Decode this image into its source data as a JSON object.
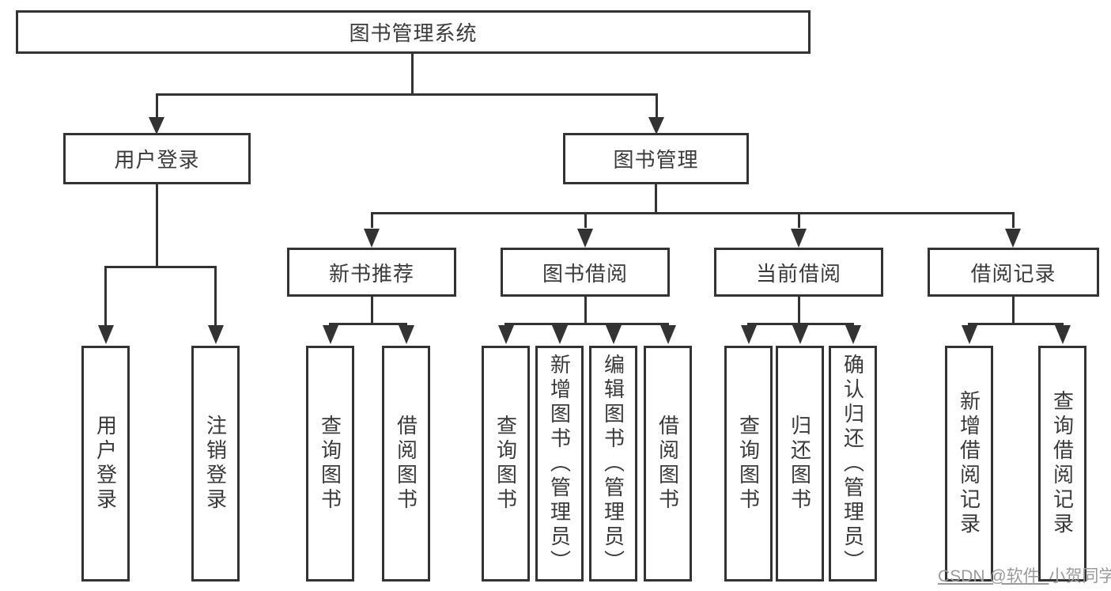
{
  "page": {
    "background_color": "#ffffff",
    "line_color": "#333333",
    "text_color": "#3a3a3a",
    "watermark_color": "#9a9a9a"
  },
  "tree": {
    "root": {
      "label": "图书管理系统"
    },
    "branches": [
      {
        "label": "用户登录",
        "children": [
          {
            "label": "用户登录"
          },
          {
            "label": "注销登录"
          }
        ]
      },
      {
        "label": "图书管理",
        "children": [
          {
            "label": "新书推荐",
            "children": [
              {
                "label": "查询图书"
              },
              {
                "label": "借阅图书"
              }
            ]
          },
          {
            "label": "图书借阅",
            "children": [
              {
                "label": "查询图书"
              },
              {
                "label": "新增图书（管理员）"
              },
              {
                "label": "编辑图书（管理员）"
              },
              {
                "label": "借阅图书"
              }
            ]
          },
          {
            "label": "当前借阅",
            "children": [
              {
                "label": "查询图书"
              },
              {
                "label": "归还图书"
              },
              {
                "label": "确认归还（管理员）"
              }
            ]
          },
          {
            "label": "借阅记录",
            "children": [
              {
                "label": "新增借阅记录"
              },
              {
                "label": "查询借阅记录"
              }
            ]
          }
        ]
      }
    ]
  },
  "watermark": {
    "prefix": "CSDN @软件_",
    "suffix": "小贺同学"
  }
}
